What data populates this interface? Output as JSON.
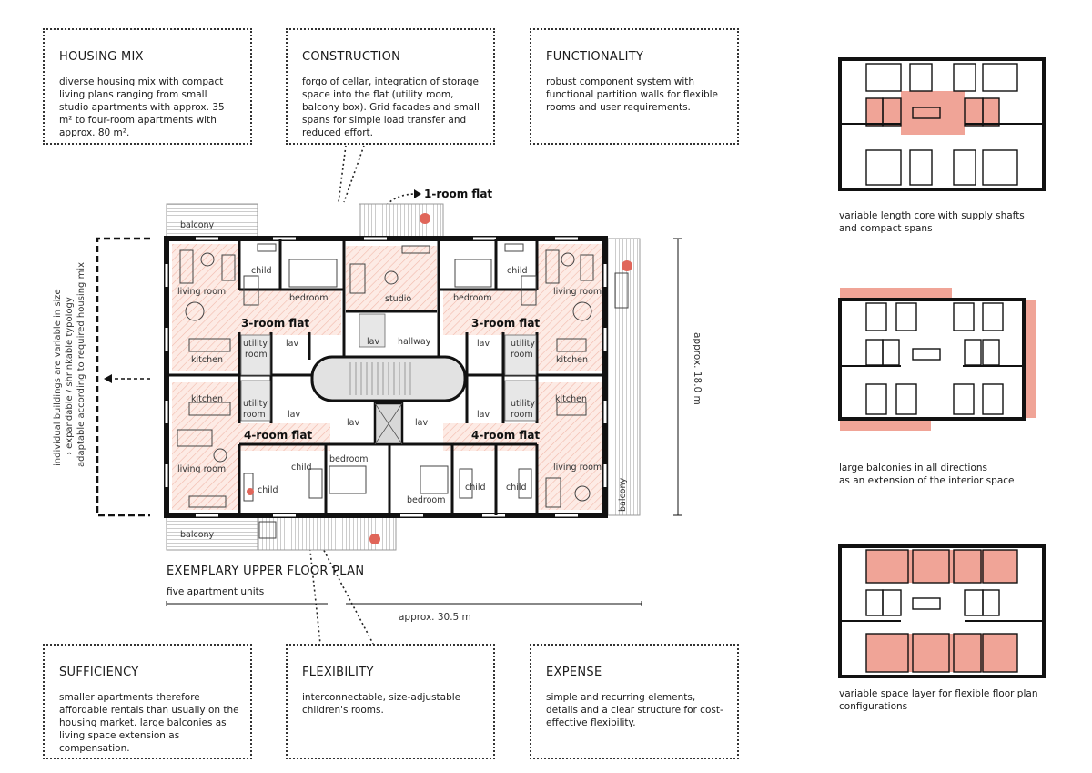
{
  "boxes": {
    "housing_mix": {
      "title": "HOUSING MIX",
      "text": "diverse housing mix with compact living plans ranging from small studio apartments with approx. 35 m² to four-room apartments with approx. 80 m²."
    },
    "construction": {
      "title": "CONSTRUCTION",
      "text": "forgo of cellar, integration of storage space into the flat (utility room, balcony box). Grid facades and small spans for simple load transfer and reduced effort."
    },
    "functionality": {
      "title": "FUNCTIONALITY",
      "text": "robust component system with functional partition walls for flexible rooms and user requirements."
    },
    "sufficiency": {
      "title": "SUFFICIENCY",
      "text": "smaller apartments therefore affordable rentals than usually on the housing market. large balconies as living space extension as compensation."
    },
    "flexibility": {
      "title": "FLEXIBILITY",
      "text": "interconnectable, size-adjustable children's rooms."
    },
    "expense": {
      "title": "EXPENSE",
      "text": "simple and recurring elements, details and a clear structure for cost-effective flexibility."
    }
  },
  "plan": {
    "title": "EXEMPLARY UPPER FLOOR PLAN",
    "subtitle": "five apartment units",
    "width_label": "approx. 30.5 m",
    "depth_label": "approx. 18.0 m",
    "one_room_flat": "1-room flat",
    "side_note": [
      "individual buildings are variable in size",
      "› expandable / shrinkable typology",
      "adaptable according to required housing mix"
    ],
    "labels": {
      "balcony": "balcony",
      "living_room": "living room",
      "kitchen": "kitchen",
      "child": "child",
      "bedroom": "bedroom",
      "studio": "studio",
      "lav": "lav",
      "hallway": "hallway",
      "utility_room": [
        "utility",
        "room"
      ],
      "flat3": "3-room flat",
      "flat4": "4-room flat"
    }
  },
  "right_captions": {
    "c1": [
      "variable length core with supply shafts",
      "and compact spans"
    ],
    "c2": [
      "large balconies in all directions",
      "as an extension of the interior space"
    ],
    "c3": [
      "variable space layer for flexible floor plan",
      "configurations"
    ]
  },
  "colors": {
    "accent": "#f0a497",
    "accent_light": "#fbe3dc",
    "wall": "#111111",
    "core": "#e2e2e2"
  }
}
